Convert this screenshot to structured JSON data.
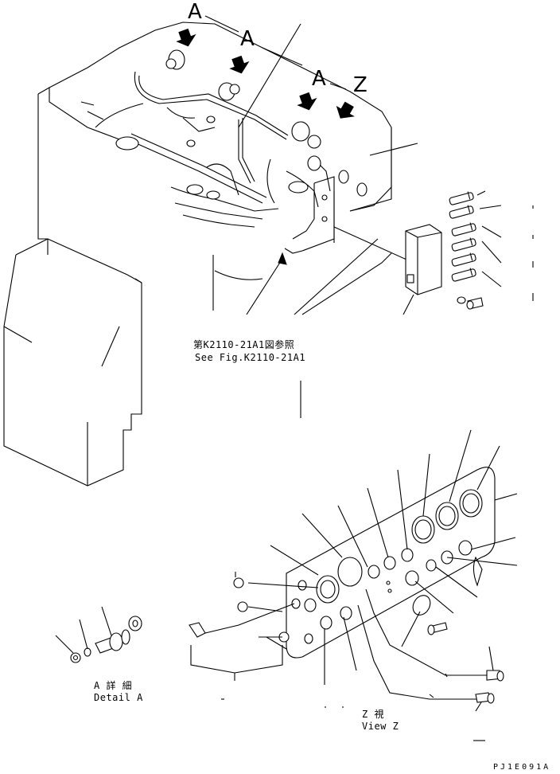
{
  "callouts": {
    "view_a_1": "A",
    "view_a_2": "A",
    "view_a_3": "A",
    "view_z": "Z"
  },
  "reference": {
    "jp": "第K2110-21A1図参照",
    "en": "See Fig.K2110-21A1"
  },
  "detail_a": {
    "jp": "A 詳 細",
    "en": "Detail A"
  },
  "view_z": {
    "jp": "Z  視",
    "en": "View Z"
  },
  "drawing_code": "PJ1E091A",
  "colors": {
    "line": "#000000",
    "background": "#ffffff"
  }
}
